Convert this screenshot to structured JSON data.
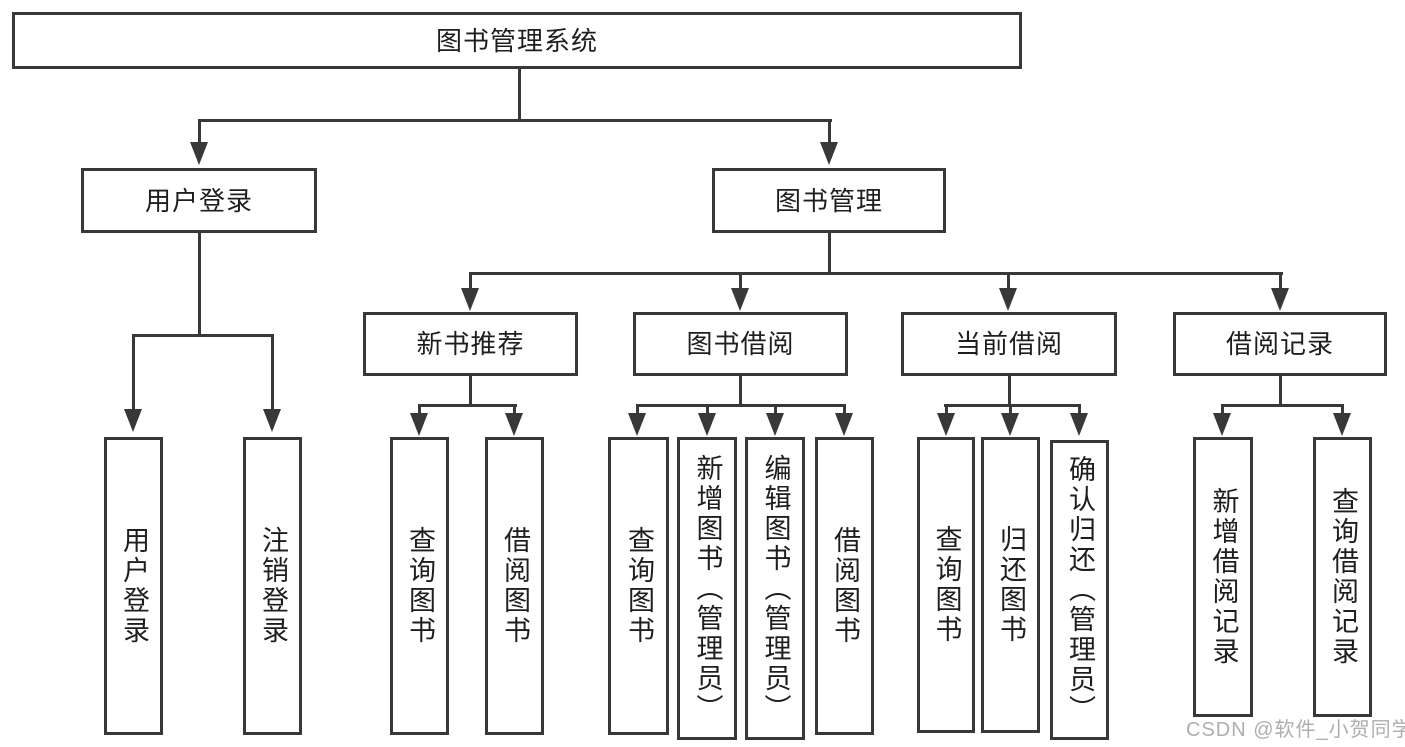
{
  "diagram_title": "图书管理系统",
  "nodes": {
    "root": "图书管理系统",
    "user_login": "用户登录",
    "book_mgmt": "图书管理",
    "new_book_rec": "新书推荐",
    "book_borrow": "图书借阅",
    "current_borrow": "当前借阅",
    "borrow_record": "借阅记录",
    "leaves": {
      "user_login": [
        "用户登录",
        "注销登录"
      ],
      "new_book_rec": [
        "查询图书",
        "借阅图书"
      ],
      "book_borrow": [
        "查询图书",
        "新增图书（管理员）",
        "编辑图书（管理员）",
        "借阅图书"
      ],
      "current_borrow": [
        "查询图书",
        "归还图书",
        "确认归还（管理员）"
      ],
      "borrow_record": [
        "新增借阅记录",
        "查询借阅记录"
      ]
    }
  },
  "watermark": "CSDN @软件_小贺同学",
  "colors": {
    "line": "#383838",
    "box_border": "#383838",
    "text": "#1e1e1e",
    "watermark": "#a5a5a5",
    "background": "#ffffff"
  }
}
